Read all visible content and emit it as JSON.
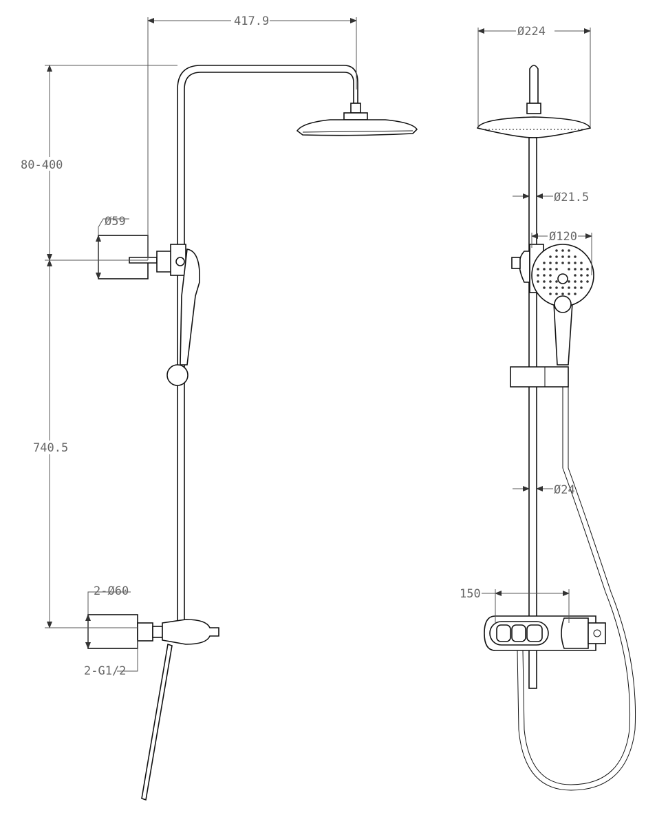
{
  "drawing": {
    "side_view": {
      "dimensions": {
        "arm_length": "417.9",
        "wall_height_range": "80-400",
        "bracket_diameter": "Ø59",
        "vertical_spacing": "740.5",
        "escutcheon_diameter": "2-Ø60",
        "thread_size": "2-G1/2"
      }
    },
    "front_view": {
      "dimensions": {
        "overhead_diameter": "Ø224",
        "upper_pipe_diameter": "Ø21.5",
        "handshower_diameter": "Ø120",
        "lower_pipe_diameter": "Ø24",
        "mixer_centers": "150"
      }
    }
  }
}
